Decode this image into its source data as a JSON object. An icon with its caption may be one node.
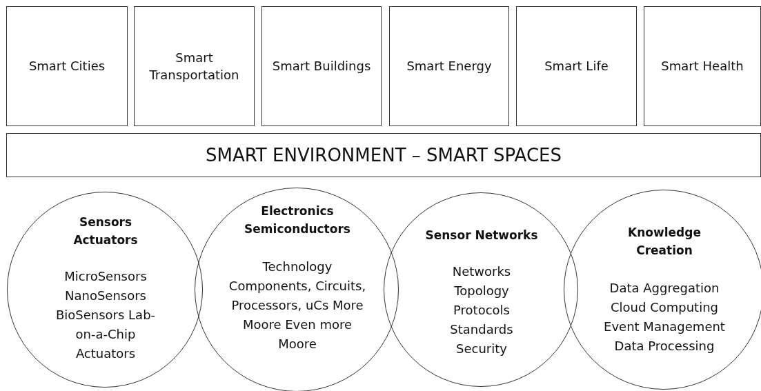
{
  "diagram": {
    "nodes": [
      {
        "text": [
          "Smart Cities"
        ]
      },
      {
        "text": [
          "Smart Transportation"
        ]
      },
      {
        "text": [
          "Smart Buildings"
        ]
      },
      {
        "text": [
          "Smart Energy"
        ]
      },
      {
        "text": [
          "Smart Life"
        ]
      },
      {
        "text": [
          "Smart Health"
        ]
      },
      {
        "text": [
          "SMART ENVIRONMENT – SMART SPACES"
        ]
      },
      {
        "text": [
          "Sensors Actuators",
          "MicroSensors NanoSensors BioSensors Lab-on-a-Chip Actuators"
        ]
      },
      {
        "text": [
          "Electronics Semiconductors",
          "Technology Components, Circuits, Processors, uCs More Moore Even more Moore"
        ]
      },
      {
        "text": [
          "Sensor Networks",
          "Networks Topology Protocols Standards Security"
        ]
      },
      {
        "text": [
          "Knowledge Creation",
          "Data Aggregation Cloud Computing Event Management Data Processing"
        ]
      }
    ],
    "edges": []
  }
}
